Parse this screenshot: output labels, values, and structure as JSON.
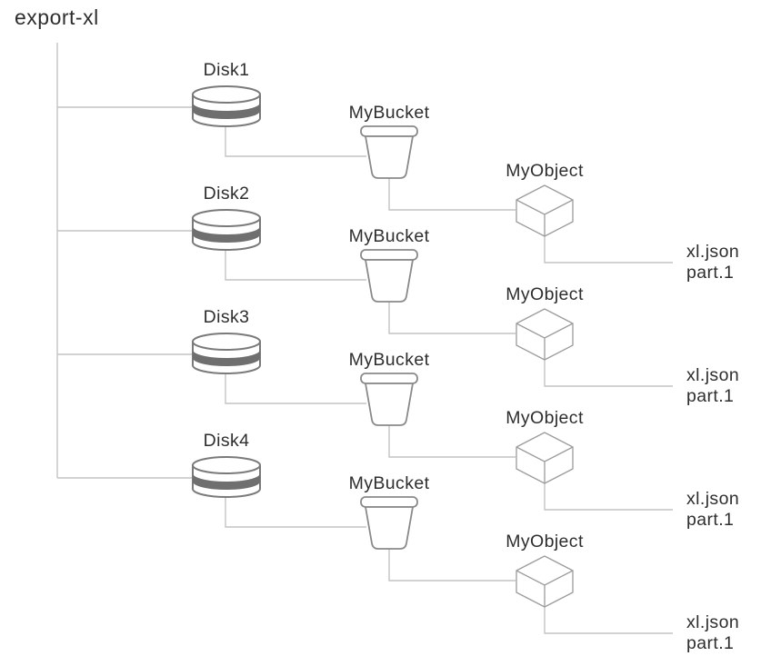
{
  "title": "export-xl",
  "rows": [
    {
      "disk": "Disk1",
      "bucket": "MyBucket",
      "object": "MyObject",
      "file": {
        "line1": "xl.json",
        "line2": "part.1"
      }
    },
    {
      "disk": "Disk2",
      "bucket": "MyBucket",
      "object": "MyObject",
      "file": {
        "line1": "xl.json",
        "line2": "part.1"
      }
    },
    {
      "disk": "Disk3",
      "bucket": "MyBucket",
      "object": "MyObject",
      "file": {
        "line1": "xl.json",
        "line2": "part.1"
      }
    },
    {
      "disk": "Disk4",
      "bucket": "MyBucket",
      "object": "MyObject",
      "file": {
        "line1": "xl.json",
        "line2": "part.1"
      }
    }
  ],
  "colors": {
    "background": "#ffffff",
    "text": "#2e2e2e",
    "connector": "#c3c3c3",
    "disk_stroke": "#7a7a7a",
    "disk_band": "#6f6f6f",
    "bucket_stroke": "#8a8a8a",
    "cube_stroke": "#9c9c9c"
  }
}
